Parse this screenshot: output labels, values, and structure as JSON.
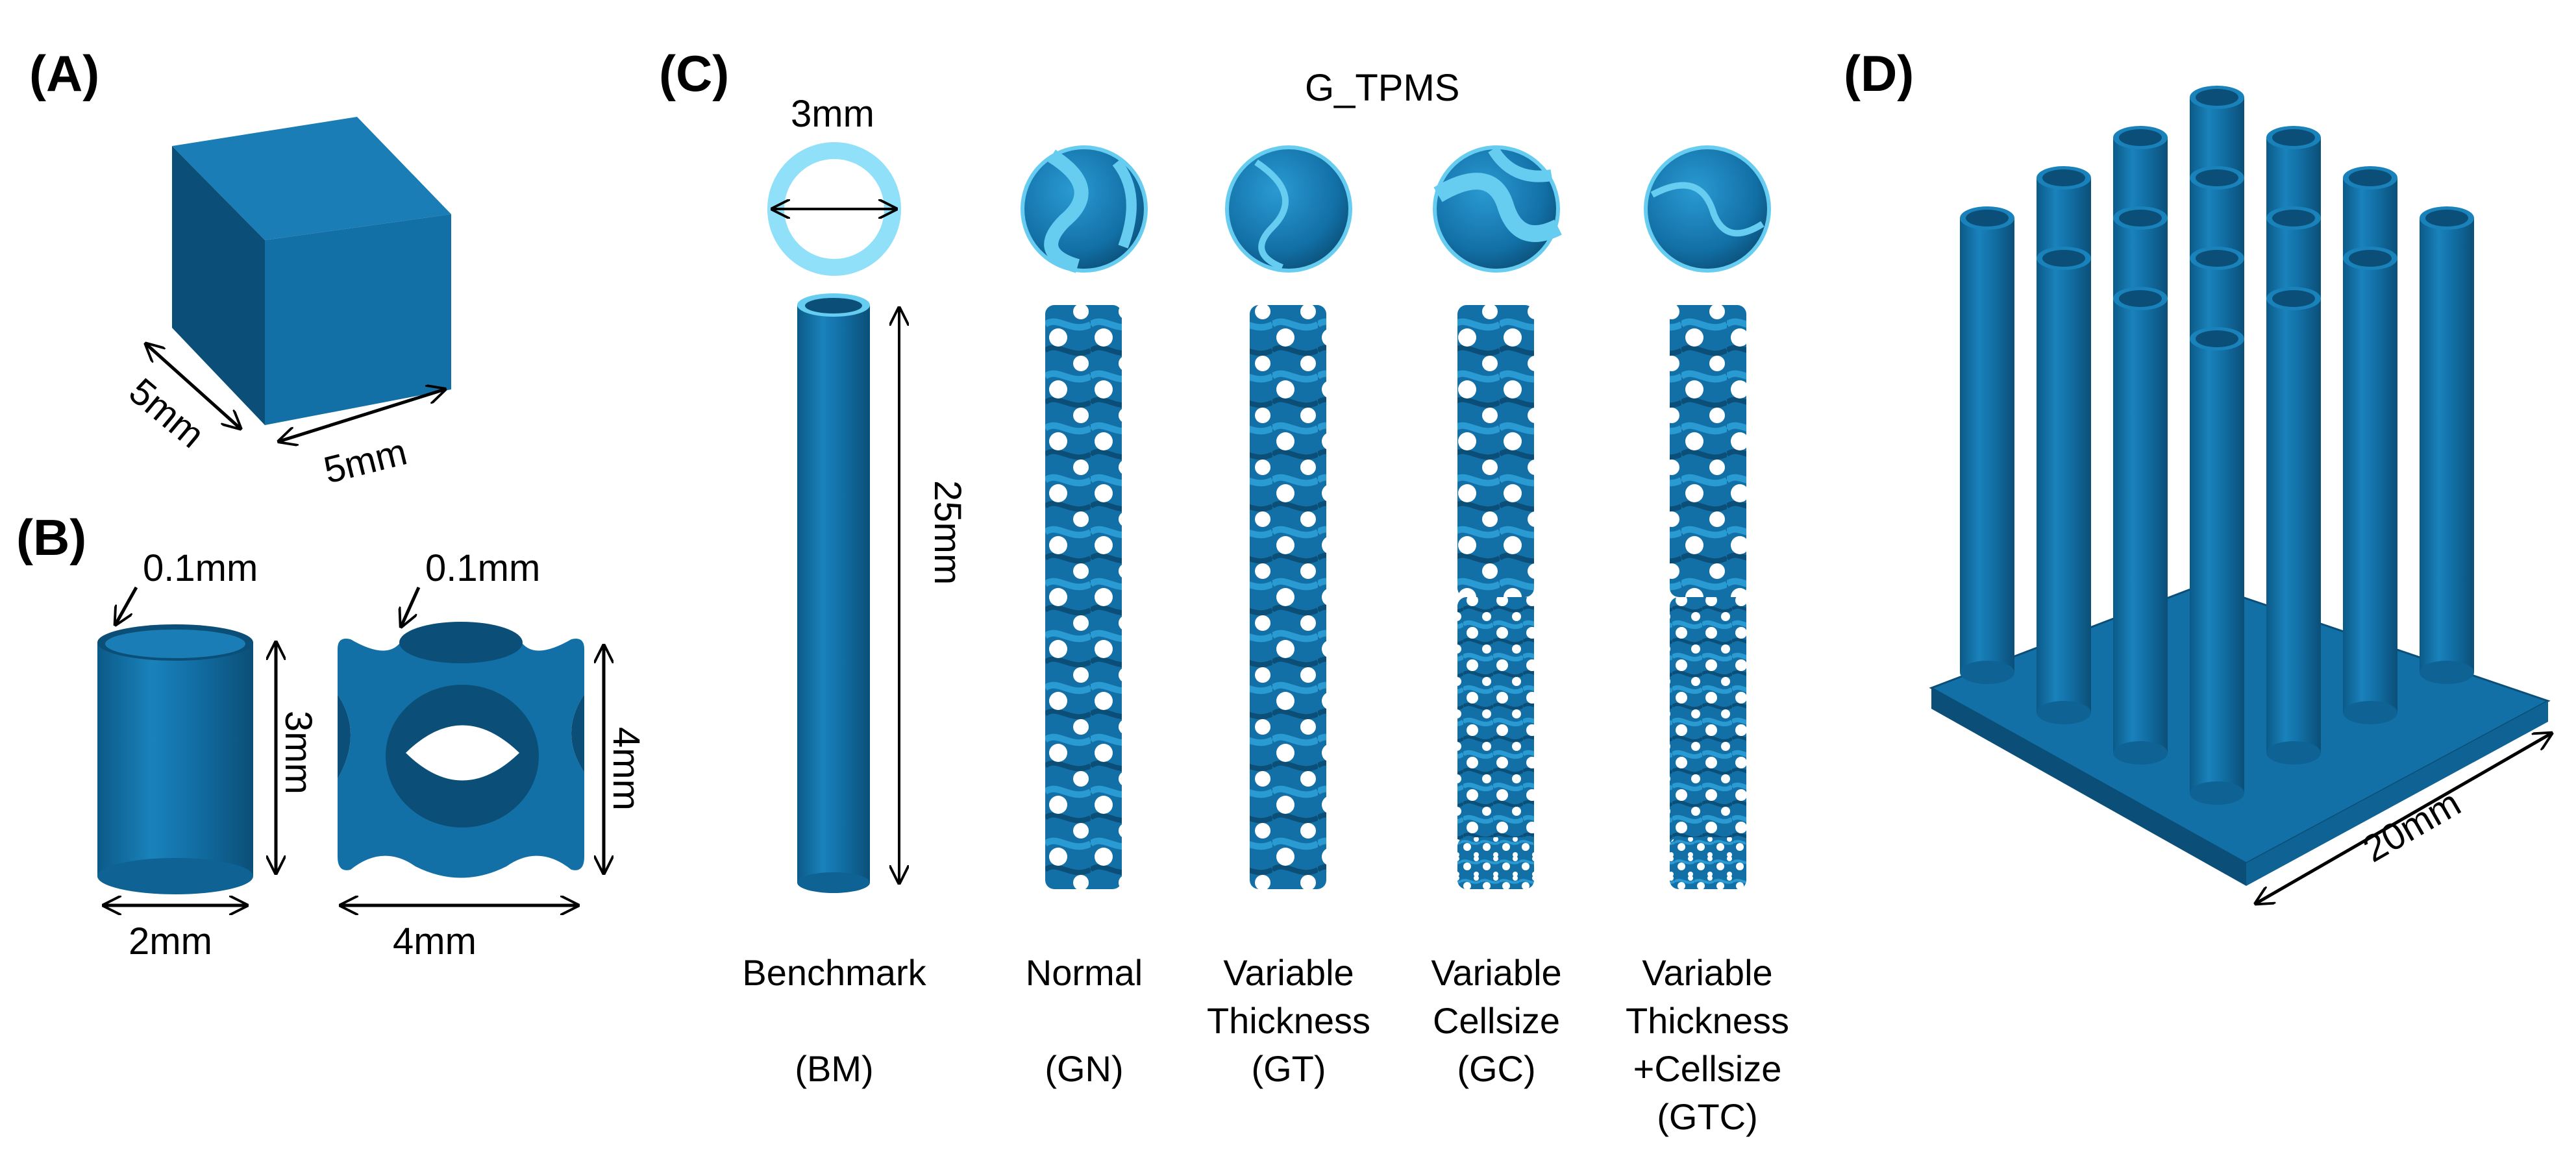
{
  "panels": {
    "a": {
      "label": "(A)",
      "dim_depth": "5mm",
      "dim_width": "5mm"
    },
    "b": {
      "label": "(B)",
      "tube": {
        "wall": "0.1mm",
        "height": "3mm",
        "diameter": "2mm"
      },
      "cell": {
        "wall": "0.1mm",
        "height": "4mm",
        "width": "4mm"
      }
    },
    "c": {
      "label": "(C)",
      "group_title": "G_TPMS",
      "dim_diameter": "3mm",
      "dim_length": "25mm",
      "samples": [
        {
          "lines": [
            "Benchmark",
            "",
            "(BM)"
          ]
        },
        {
          "lines": [
            "Normal",
            "",
            "(GN)"
          ]
        },
        {
          "lines": [
            "Variable",
            "Thickness",
            "(GT)"
          ]
        },
        {
          "lines": [
            "Variable",
            "Cellsize",
            "(GC)"
          ]
        },
        {
          "lines": [
            "Variable",
            "Thickness",
            "+Cellsize",
            "(GTC)"
          ]
        }
      ]
    },
    "d": {
      "label": "(D)",
      "dim_base": "20mm"
    }
  },
  "colors": {
    "body": "#1270a6",
    "light": "#1f8cc4",
    "dark": "#0b4f78",
    "darker": "#083d5e",
    "cyan": "#66ccf0",
    "cyan_light": "#8fe0f8"
  }
}
